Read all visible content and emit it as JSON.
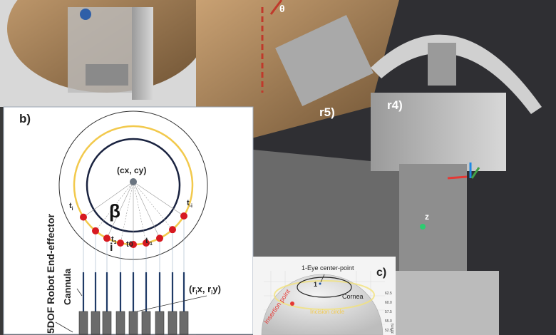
{
  "panel_a": {
    "theta_label": "θ",
    "robot_label_r5": "r5)",
    "robot_label_r4": "r4)",
    "axis_z_label": "z"
  },
  "panel_b": {
    "panel_label": "b)",
    "center_label": "(cx, cy)",
    "center_x": "c",
    "center_x_sub": "x",
    "center_y": "c",
    "center_y_sub": "y",
    "angle_label": "β",
    "t_i": "t",
    "t_i_sub": "i",
    "t_neg_i": "t",
    "t_neg_i_sub": "-i",
    "t_1": "t",
    "t_1_sub": "1",
    "t_0": "t0",
    "t_neg_1": "t",
    "t_neg_1_sub": "-1",
    "i_marker": "i",
    "cannula_label": "Cannula",
    "end_effector_label": "5DOF Robot End-effector",
    "cannula_pos_label": "(rix, riy)",
    "cannula_pos_r1": "(r",
    "cannula_pos_i1": "i",
    "cannula_pos_x": "x, r",
    "cannula_pos_i2": "i",
    "cannula_pos_y": "y)"
  },
  "panel_c": {
    "panel_label": "c)",
    "eye_center_label": "1-Eye center-point",
    "cornea_label": "Cornea",
    "insertion_label": "Insertion point",
    "circle_label": "Incision circle",
    "marker_label": "1",
    "ticks": [
      "62.5",
      "60.0",
      "57.5",
      "55.0",
      "52.5"
    ],
    "axis_label": "z(mm)"
  },
  "colors": {
    "yellow_ring": "#f2c94c",
    "red_dot": "#d71920",
    "dark_ring": "#1a2340",
    "cannula": "#1f3a66",
    "block": "#6b6b6b"
  }
}
